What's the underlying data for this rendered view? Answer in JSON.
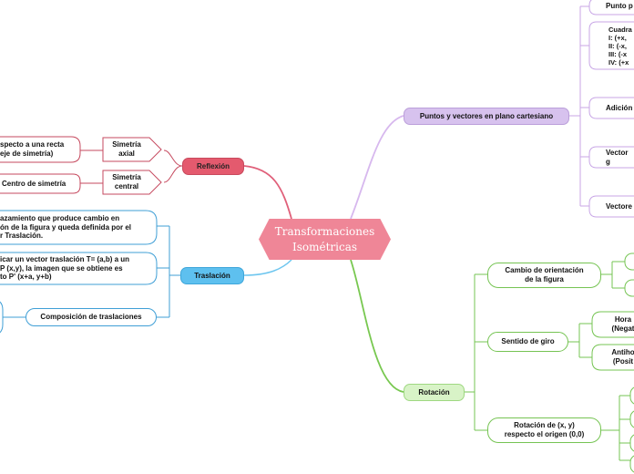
{
  "central": {
    "title": "Transformaciones\nIsométricas"
  },
  "topics": {
    "puntos": "Puntos y vectores en plano cartesiano",
    "reflexion": "Reflexión",
    "traslacion": "Traslación",
    "rotacion": "Rotación"
  },
  "puntos_children": {
    "punto": "Punto p",
    "cuadrantes": "Cuadra\nI: (+x,\nII: (-x,\nIII: (-x\nIV: (+x",
    "adicion": "Adición",
    "vector_g": "Vector g",
    "vectores": "Vectore"
  },
  "reflexion_children": {
    "axial": "Simetría\naxial",
    "central": "Simetría\ncentral",
    "axial_desc": "specto a una recta\neje de simetría)",
    "central_desc": "Centro de simetría"
  },
  "traslacion_children": {
    "def": "azamiento que produce cambio en\nón de la figura y queda definida por el\nr Traslación.",
    "aplicar": "icar un vector traslación T= (a,b) a un\nP (x,y), la imagen que se obtiene es\nto P' (x+a, y+b)",
    "composicion": "Composición de traslaciones"
  },
  "rotacion_children": {
    "cambio": "Cambio de orientación\nde la figura",
    "sentido": "Sentido de giro",
    "horario": "Hora\n(Negat",
    "antihorario": "Antiho\n(Posit",
    "rotacion_xy": "Rotación de (x, y)\nrespecto el origen (0,0)"
  },
  "colors": {
    "reflexion": "#e45a6e",
    "puntos": "#d7c2ee",
    "traslacion": "#5ec0ef",
    "rotacion": "#d8f3c7",
    "central": "#ef8697"
  }
}
